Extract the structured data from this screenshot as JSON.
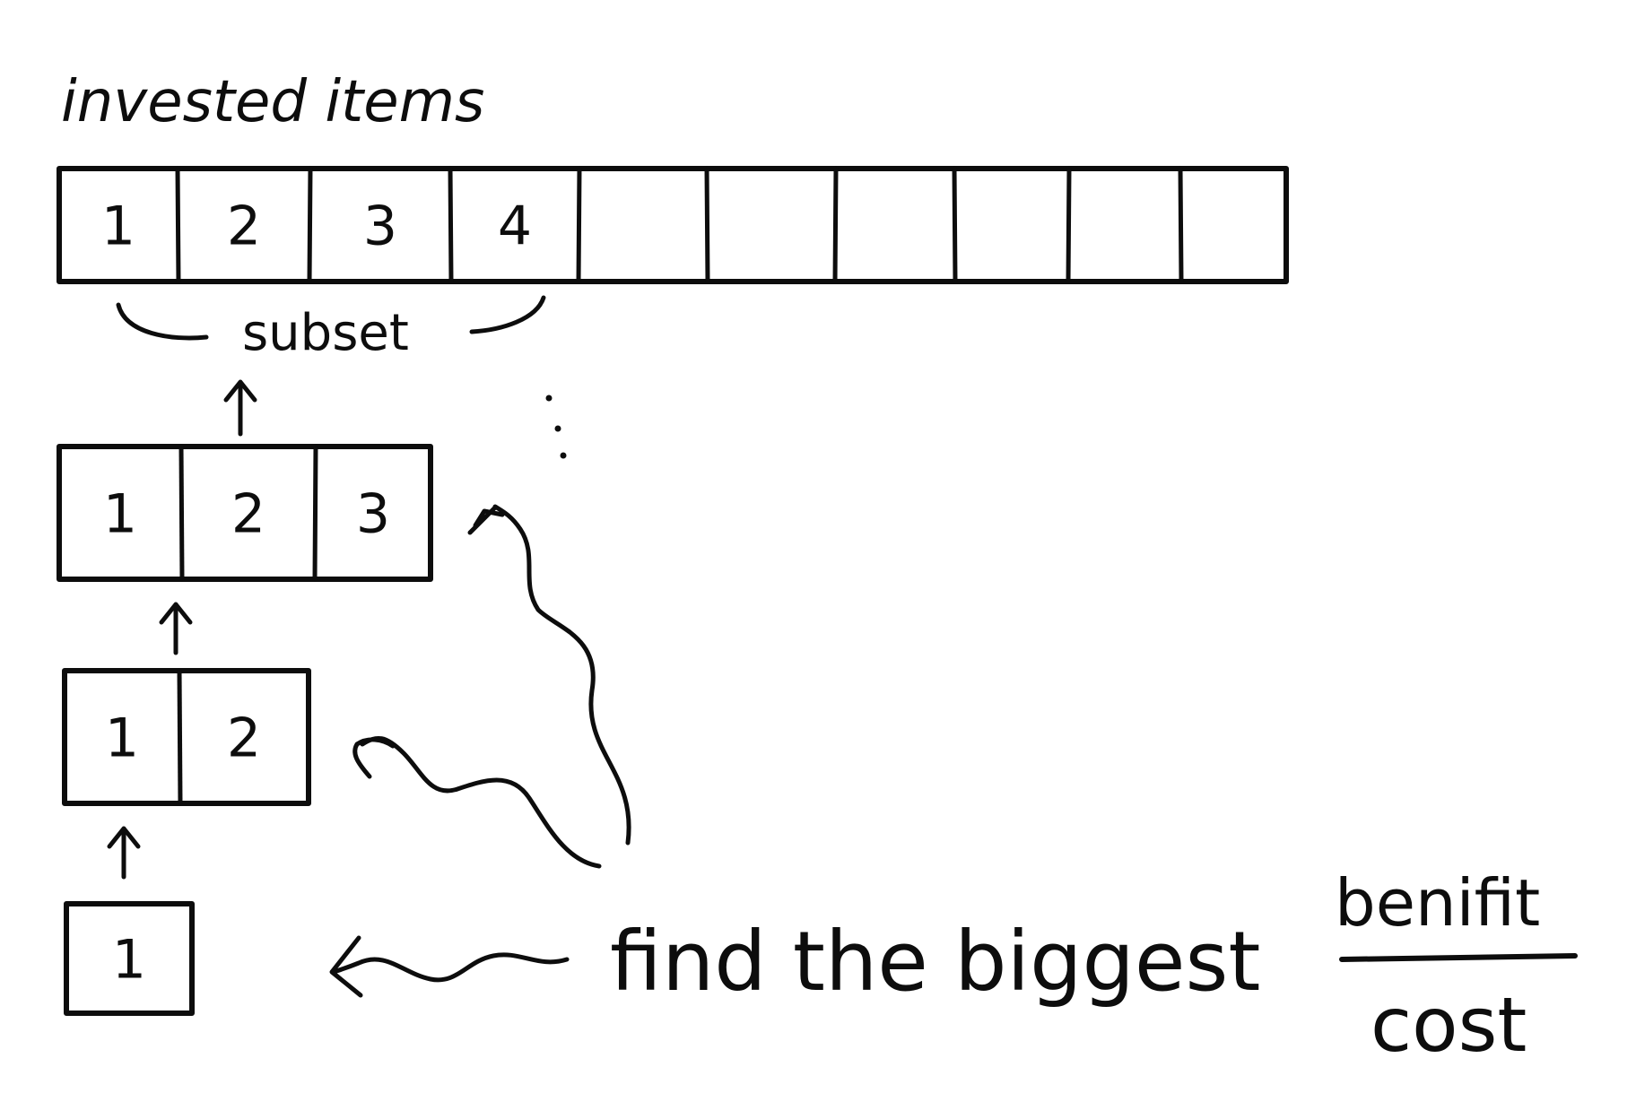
{
  "title": "invested items",
  "main_row": {
    "cells": [
      "1",
      "2",
      "3",
      "4",
      "",
      "",
      "",
      "",
      "",
      ""
    ]
  },
  "brace_label": "subset",
  "ellipsis": "⋮",
  "steps": [
    {
      "cells": [
        "1",
        "2",
        "3"
      ]
    },
    {
      "cells": [
        "1",
        "2"
      ]
    },
    {
      "cells": [
        "1"
      ]
    }
  ],
  "annotation": "find the biggest",
  "fraction": {
    "numerator": "benifit",
    "denominator": "cost"
  }
}
